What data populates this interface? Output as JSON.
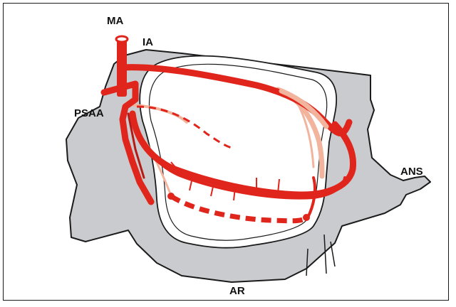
{
  "labels": {
    "ma": "MA",
    "ia": "IA",
    "psaa": "PSAA",
    "ans": "ANS",
    "ar": "AR"
  },
  "colors": {
    "bone": "#c9cbce",
    "outline": "#1b1b1b",
    "artery": "#e0251c",
    "artery_dark": "#b51a14",
    "artery_pale": "#f2b49c",
    "sinus_fill": "#ffffff",
    "frame": "#1a1a1a"
  }
}
